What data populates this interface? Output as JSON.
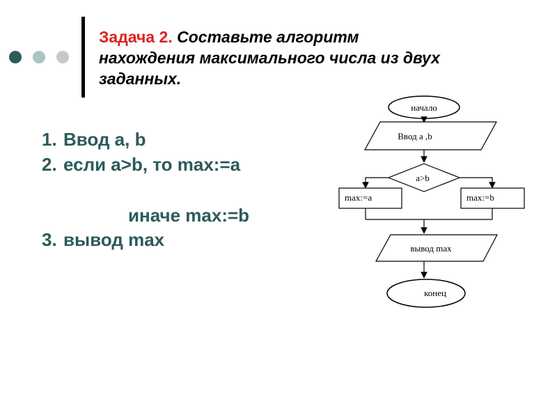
{
  "title": {
    "prefix": "Задача 2.",
    "line1": "Составьте алгоритм",
    "line2": "нахождения максимального числа из двух",
    "line3": "заданных."
  },
  "steps": [
    {
      "num": "1.",
      "text": "Ввод a, b"
    },
    {
      "num": "2.",
      "text": "если a>b, то max:=a"
    },
    {
      "num": "3.",
      "text": "вывод max"
    }
  ],
  "step2_else": "иначе max:=b",
  "flowchart": {
    "start": "начало",
    "input": "Ввод а ,b",
    "condition": "a>b",
    "left": "max:=a",
    "right": "max:=b",
    "output": "вывод max",
    "end": "конец"
  }
}
